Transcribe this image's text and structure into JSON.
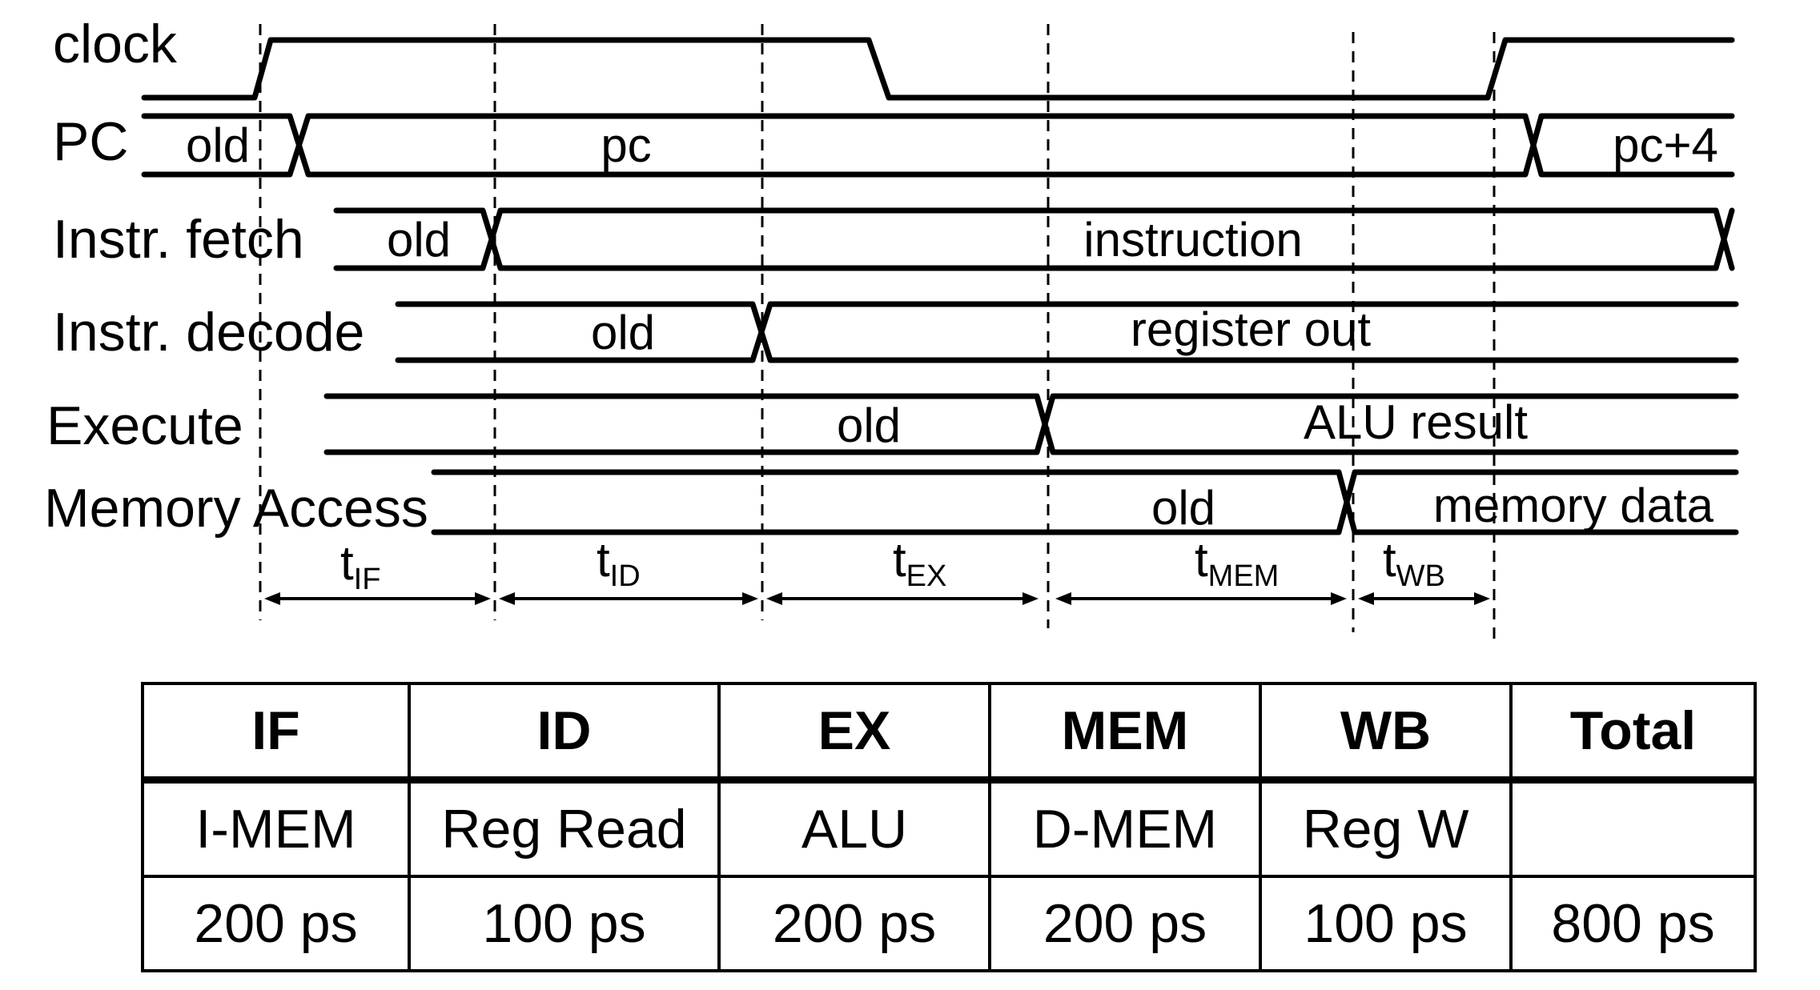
{
  "signals": {
    "clock": "clock",
    "pc": "PC",
    "if": "Instr. fetch",
    "id": "Instr. decode",
    "ex": "Execute",
    "mem": "Memory Access"
  },
  "values": {
    "pc_old": "old",
    "pc_new": "pc",
    "pc_next": "pc+4",
    "if_old": "old",
    "if_new": "instruction",
    "id_old": "old",
    "id_new": "register out",
    "ex_old": "old",
    "ex_new": "ALU result",
    "mem_old": "old",
    "mem_new": "memory data"
  },
  "timings": [
    {
      "t": "t",
      "sub": "IF"
    },
    {
      "t": "t",
      "sub": "ID"
    },
    {
      "t": "t",
      "sub": "EX"
    },
    {
      "t": "t",
      "sub": "MEM"
    },
    {
      "t": "t",
      "sub": "WB"
    }
  ],
  "table": {
    "headers": [
      "IF",
      "ID",
      "EX",
      "MEM",
      "WB",
      "Total"
    ],
    "units": [
      "I-MEM",
      "Reg Read",
      "ALU",
      "D-MEM",
      "Reg W",
      ""
    ],
    "latencies": [
      "200 ps",
      "100 ps",
      "200 ps",
      "200 ps",
      "100 ps",
      "800 ps"
    ]
  }
}
